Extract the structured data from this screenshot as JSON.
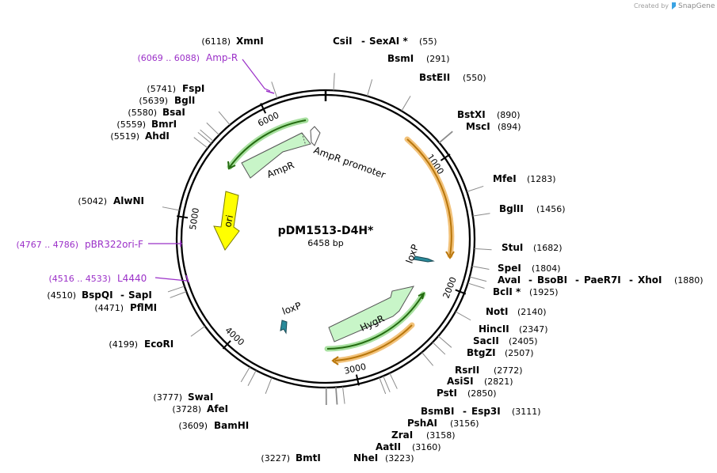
{
  "credit": {
    "prefix": "Created by",
    "brand": "SnapGene"
  },
  "plasmid": {
    "name": "pDM1513-D4H*",
    "length_label": "6458 bp",
    "total_bp": 6458
  },
  "ticks": [
    {
      "label": "1000",
      "bp": 1000
    },
    {
      "label": "2000",
      "bp": 2000
    },
    {
      "label": "3000",
      "bp": 3000
    },
    {
      "label": "4000",
      "bp": 4000
    },
    {
      "label": "5000",
      "bp": 5000
    },
    {
      "label": "6000",
      "bp": 6000
    }
  ],
  "sites": [
    {
      "id": "csii",
      "bp": 55,
      "names": [
        "CsiI",
        "SexAI *"
      ],
      "pos": "(55)"
    },
    {
      "id": "bsmi",
      "bp": 291,
      "names": [
        "BsmI"
      ],
      "pos": "(291)"
    },
    {
      "id": "bsteii",
      "bp": 550,
      "names": [
        "BstEII"
      ],
      "pos": "(550)"
    },
    {
      "id": "bstxi",
      "bp": 890,
      "names": [
        "BstXI"
      ],
      "pos": "(890)"
    },
    {
      "id": "msci",
      "bp": 894,
      "names": [
        "MscI"
      ],
      "pos": "(894)"
    },
    {
      "id": "mfei",
      "bp": 1283,
      "names": [
        "MfeI"
      ],
      "pos": "(1283)"
    },
    {
      "id": "bglii",
      "bp": 1456,
      "names": [
        "BglII"
      ],
      "pos": "(1456)"
    },
    {
      "id": "stui",
      "bp": 1682,
      "names": [
        "StuI"
      ],
      "pos": "(1682)"
    },
    {
      "id": "spei",
      "bp": 1804,
      "names": [
        "SpeI"
      ],
      "pos": "(1804)"
    },
    {
      "id": "avai",
      "bp": 1880,
      "names": [
        "AvaI",
        "BsoBI",
        "PaeR7I",
        "XhoI"
      ],
      "pos": "(1880)"
    },
    {
      "id": "bcli",
      "bp": 1925,
      "names": [
        "BclI *"
      ],
      "pos": "(1925)"
    },
    {
      "id": "noti",
      "bp": 2140,
      "names": [
        "NotI"
      ],
      "pos": "(2140)"
    },
    {
      "id": "hincii",
      "bp": 2347,
      "names": [
        "HincII"
      ],
      "pos": "(2347)"
    },
    {
      "id": "sacii",
      "bp": 2405,
      "names": [
        "SacII"
      ],
      "pos": "(2405)"
    },
    {
      "id": "btgzi",
      "bp": 2507,
      "names": [
        "BtgZI"
      ],
      "pos": "(2507)"
    },
    {
      "id": "rsrii",
      "bp": 2772,
      "names": [
        "RsrII"
      ],
      "pos": "(2772)"
    },
    {
      "id": "asisi",
      "bp": 2821,
      "names": [
        "AsiSI"
      ],
      "pos": "(2821)"
    },
    {
      "id": "psti",
      "bp": 2850,
      "names": [
        "PstI"
      ],
      "pos": "(2850)"
    },
    {
      "id": "bsmbi",
      "bp": 3111,
      "names": [
        "BsmBI",
        "Esp3I"
      ],
      "pos": "(3111)"
    },
    {
      "id": "pshai",
      "bp": 3156,
      "names": [
        "PshAI"
      ],
      "pos": "(3156)"
    },
    {
      "id": "zrai",
      "bp": 3158,
      "names": [
        "ZraI"
      ],
      "pos": "(3158)"
    },
    {
      "id": "aatii",
      "bp": 3160,
      "names": [
        "AatII"
      ],
      "pos": "(3160)"
    },
    {
      "id": "nhei",
      "bp": 3223,
      "names": [
        "NheI"
      ],
      "pos": "(3223)"
    },
    {
      "id": "bmti",
      "bp": 3227,
      "names": [
        "BmtI"
      ],
      "pos": "(3227)"
    },
    {
      "id": "bamhi",
      "bp": 3609,
      "names": [
        "BamHI"
      ],
      "pos": "(3609)"
    },
    {
      "id": "afei",
      "bp": 3728,
      "names": [
        "AfeI"
      ],
      "pos": "(3728)"
    },
    {
      "id": "swai",
      "bp": 3777,
      "names": [
        "SwaI"
      ],
      "pos": "(3777)"
    },
    {
      "id": "ecori",
      "bp": 4199,
      "names": [
        "EcoRI"
      ],
      "pos": "(4199)"
    },
    {
      "id": "pflmi",
      "bp": 4471,
      "names": [
        "PflMI"
      ],
      "pos": "(4471)"
    },
    {
      "id": "bspqi",
      "bp": 4510,
      "names": [
        "BspQI",
        "SapI"
      ],
      "pos": "(4510)"
    },
    {
      "id": "alwni",
      "bp": 5042,
      "names": [
        "AlwNI"
      ],
      "pos": "(5042)"
    },
    {
      "id": "ahdi",
      "bp": 5519,
      "names": [
        "AhdI"
      ],
      "pos": "(5519)"
    },
    {
      "id": "bmri",
      "bp": 5559,
      "names": [
        "BmrI"
      ],
      "pos": "(5559)"
    },
    {
      "id": "bsai",
      "bp": 5580,
      "names": [
        "BsaI"
      ],
      "pos": "(5580)"
    },
    {
      "id": "bgli",
      "bp": 5639,
      "names": [
        "BglI"
      ],
      "pos": "(5639)"
    },
    {
      "id": "fspi",
      "bp": 5741,
      "names": [
        "FspI"
      ],
      "pos": "(5741)"
    },
    {
      "id": "xmni",
      "bp": 6118,
      "names": [
        "XmnI"
      ],
      "pos": "(6118)"
    }
  ],
  "primers": [
    {
      "id": "amp-r",
      "name": "Amp-R",
      "pos": "(6069 .. 6088)",
      "bp": 6078
    },
    {
      "id": "pbr322ori-f",
      "name": "pBR322ori-F",
      "pos": "(4767 .. 4786)",
      "bp": 4776
    },
    {
      "id": "l4440",
      "name": "L4440",
      "pos": "(4516 .. 4533)",
      "bp": 4525
    }
  ],
  "features": [
    {
      "id": "ampr",
      "label": "AmpR"
    },
    {
      "id": "ampr-promoter",
      "label": "AmpR promoter"
    },
    {
      "id": "ori",
      "label": "ori"
    },
    {
      "id": "loxp-1",
      "label": "loxP"
    },
    {
      "id": "loxp-2",
      "label": "loxP"
    },
    {
      "id": "hygr",
      "label": "HygR"
    }
  ],
  "colors": {
    "backbone": "#000000",
    "feature_green": "#c8f5c8",
    "ori_yellow": "#ffff00",
    "loxp_teal": "#2a8a9a",
    "arc_orange": "#f2c27a",
    "arc_orange_core": "#b8760b",
    "arc_green": "#a8e0a0",
    "arc_green_core": "#246b10",
    "primer_purple": "#9b30c8"
  }
}
